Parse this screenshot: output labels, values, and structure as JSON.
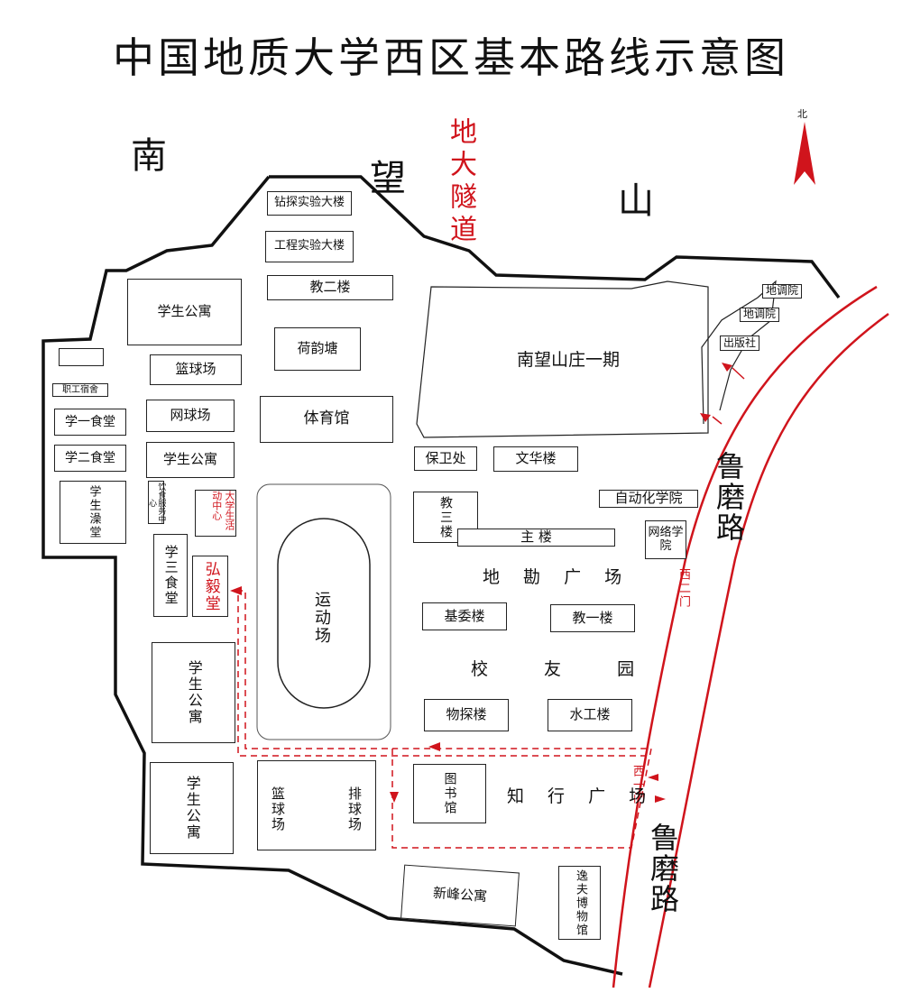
{
  "title": "中国地质大学西区基本路线示意图",
  "north": "北",
  "areas": {
    "nan": "南",
    "wang": "望",
    "shan": "山",
    "tunnel": "地大隧道"
  },
  "roads": {
    "lumo_top": "鲁磨路",
    "lumo_bottom": "鲁磨路",
    "gate_west2": "西二门",
    "gate_west1": "西一门"
  },
  "buildings": {
    "zuantan": "钻探实验大楼",
    "gongcheng": "工程实验大楼",
    "jiaoer": "教二楼",
    "heyuntang": "荷韵塘",
    "tiyuguan": "体育馆",
    "nanwang": "南望山庄一期",
    "baowei": "保卫处",
    "wenhua": "文华楼",
    "xuesheng1": "学生公寓",
    "lanqiu1": "篮球场",
    "wangqiu": "网球场",
    "xuesheng2": "学生公寓",
    "zhigong": "职工宿舍",
    "xueyi": "学一食堂",
    "xueer": "学二食堂",
    "yushi": "学生澡堂",
    "yinshi": "饮食服务中心",
    "huodong": "大学生活动中心",
    "xuesan": "学三食堂",
    "hongyi": "弘毅堂",
    "yundong": "运动场",
    "jiaosan": "教三楼",
    "zhulou": "主 楼",
    "zidonghua": "自动化学院",
    "wangluo": "网络学院",
    "diaoyuan1": "地调院",
    "diaoyuan2": "地调院",
    "chuban": "出版社",
    "jiwei": "基委楼",
    "jiaoyi": "教一楼",
    "wutan": "物探楼",
    "shuigong": "水工楼",
    "xuesheng3": "学生公寓",
    "xuesheng4": "学生公寓",
    "lanqiu2": "篮球场",
    "paiqiu": "排球场",
    "tushu": "图书馆",
    "xinfeng": "新峰公寓",
    "yifu": "逸夫博物馆"
  },
  "squares": {
    "dikan": "地 勘 广 场",
    "xiaoyou": "校 友 园",
    "zhixing": "知 行 广 场"
  },
  "colors": {
    "route": "#d0141c",
    "outline": "#111111"
  }
}
